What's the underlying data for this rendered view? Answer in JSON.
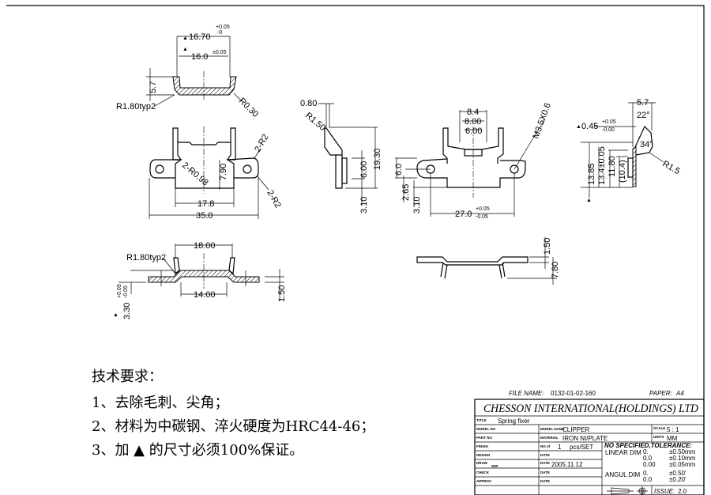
{
  "views": {
    "front": {
      "d1": "16.70",
      "d1_tol_up": "+0.05",
      "d1_tol_lo": "-0",
      "d2": "16.0",
      "d2_tol": "±0.05",
      "h": "5.7",
      "r1": "R1.80typ2",
      "r2": "R0.30"
    },
    "plan": {
      "r_tab": "2-R2",
      "r_inner": "2-R0.98",
      "h": "7.90",
      "w_body": "17.8",
      "w_total": "35.0",
      "r_flange": "2-R2"
    },
    "side": {
      "t": "0.80",
      "r": "R1.50",
      "h_total": "19.30",
      "h_mid": "6.00",
      "h_low": "3.10"
    },
    "rear": {
      "w1": "8.4",
      "w2": "8.00",
      "w3": "6.00",
      "thread": "M3.5X0.6",
      "h1": "6.0",
      "h2": "2.65",
      "h3": "3.10",
      "pitch": "27.0",
      "pitch_tol_up": "+0.05",
      "pitch_tol_lo": "-0.05"
    },
    "right": {
      "w": "5.7",
      "a1": "22°",
      "a2": "34°",
      "t": "0.45",
      "t_tol_up": "+0.05",
      "t_tol_lo": "-0.00",
      "r": "R1.5",
      "h1": "13.85",
      "h2": "13.4±0.05",
      "h3": "11.80",
      "h4": "(10.4)"
    },
    "bottom": {
      "w_top": "18.00",
      "r": "R1.80typ2",
      "w_bot": "14.00",
      "t": "1.50",
      "h": "3.30",
      "h_tol_up": "+0.05",
      "h_tol_lo": "-0.05"
    },
    "bottom_right": {
      "t": "1.50",
      "h": "7.80"
    }
  },
  "notes": {
    "heading": "技术要求：",
    "items": [
      "1、去除毛刺、尖角；",
      "2、材料为中碳钢、淬火硬度为HRC44-46；",
      "3、加  ▲ 的尺寸必须100%保证。"
    ]
  },
  "title_block": {
    "file_name_label": "FILE NAME:",
    "file_name": "0132-01-02-160",
    "paper_label": "PAPER:",
    "paper": "A4",
    "company": "CHESSON INTERNATIONAL(HOLDINGS) LTD",
    "title_label": "TITLE",
    "title": "Spring fixer",
    "model_no_label": "MODEL NO",
    "model_name_label": "MODEL NAME",
    "model_name": "CLIPPER",
    "scale_label": "SCALE",
    "scale": "5 : 1",
    "part_no_label": "PART NO",
    "material_label": "MATERIAL",
    "material": "IRON NI/PLATE",
    "units_label": "UNITS",
    "units": "MM",
    "finish_label": "FINISH",
    "no_of_label": "NO of",
    "no_of": "1",
    "no_of_unit": "pcs/SET",
    "tolerance_heading": "NO SPECIFIED,TOLERANCE:",
    "linear_label": "LINEAR DIM",
    "angular_label": "ANGUL DIM",
    "tolerances": [
      {
        "fmt": "0.",
        "tol": "±0.50mm"
      },
      {
        "fmt": "0.0",
        "tol": "±0.10mm"
      },
      {
        "fmt": "0.00",
        "tol": "±0.05mm"
      },
      {
        "fmt": "0.",
        "tol": "±0.50'"
      },
      {
        "fmt": "0.0",
        "tol": "±0.20'"
      }
    ],
    "design_label": "DESIGN",
    "date_label": "DATE",
    "draw_label": "DRAW",
    "draw": "WW",
    "draw_date": "2005.11.12",
    "check_label": "CHECK",
    "approv_label": "APPROV",
    "issue_label": "ISSUE:",
    "issue": "2.0"
  }
}
